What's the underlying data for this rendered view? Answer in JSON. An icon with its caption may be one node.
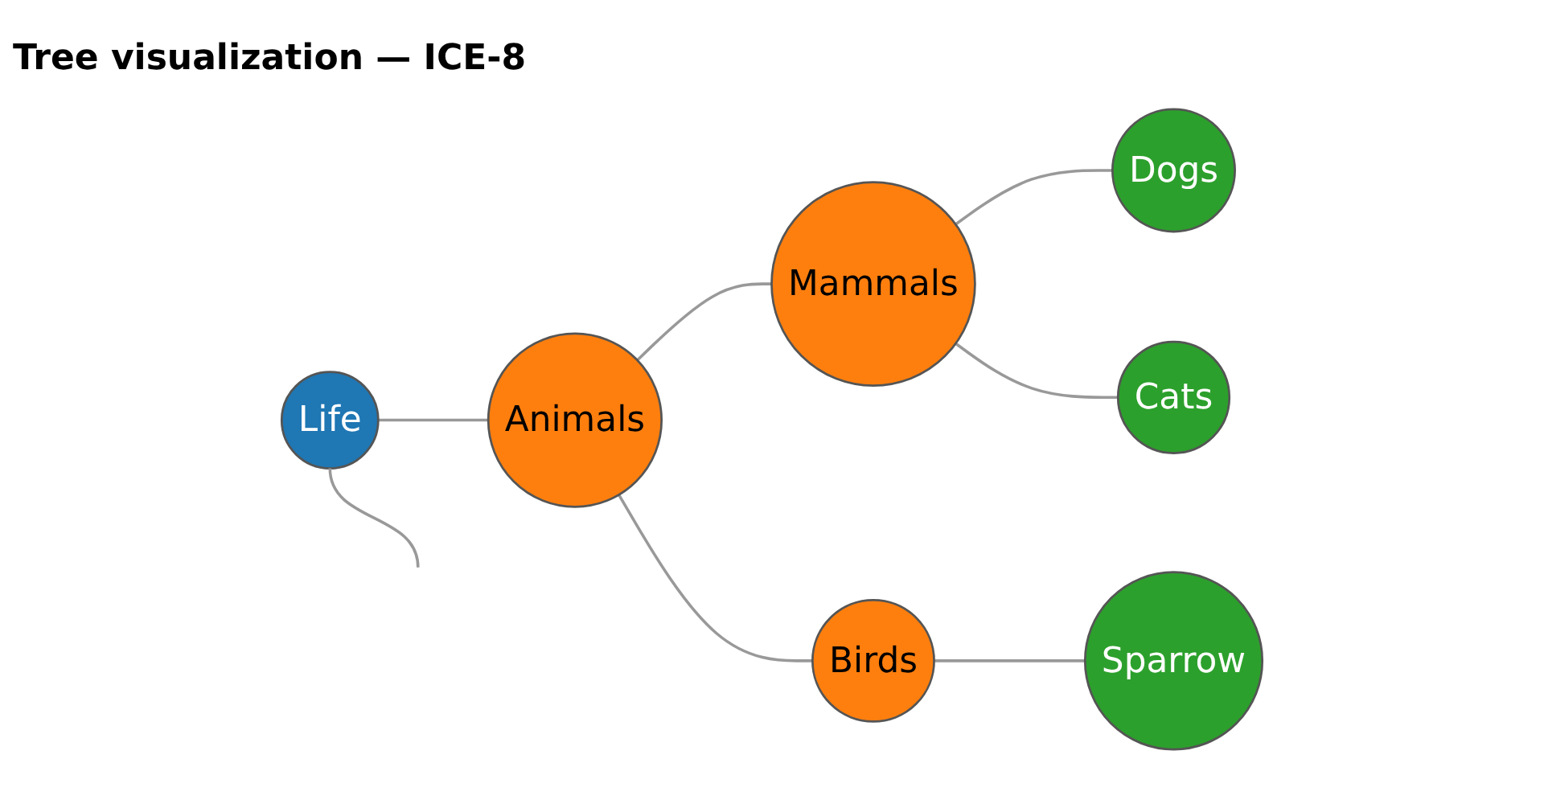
{
  "diagram": {
    "title": "Tree visualization — ICE-8",
    "nodes": [
      {
        "text": [
          "Life"
        ]
      },
      {
        "text": [
          "Animals"
        ]
      },
      {
        "text": [
          "Mammals"
        ]
      },
      {
        "text": [
          "Birds"
        ]
      },
      {
        "text": [
          "Dogs"
        ]
      },
      {
        "text": [
          "Cats"
        ]
      },
      {
        "text": [
          "Sparrow"
        ]
      }
    ],
    "edges": [
      {
        "from": 0,
        "to": 1,
        "arrow": "none"
      },
      {
        "from": 1,
        "to": 2,
        "arrow": "none"
      },
      {
        "from": 1,
        "to": 3,
        "arrow": "none"
      },
      {
        "from": 2,
        "to": 4,
        "arrow": "none"
      },
      {
        "from": 2,
        "to": 5,
        "arrow": "none"
      },
      {
        "from": 3,
        "to": 6,
        "arrow": "none"
      },
      {
        "from": 0,
        "to": null,
        "arrow": "none"
      }
    ]
  }
}
